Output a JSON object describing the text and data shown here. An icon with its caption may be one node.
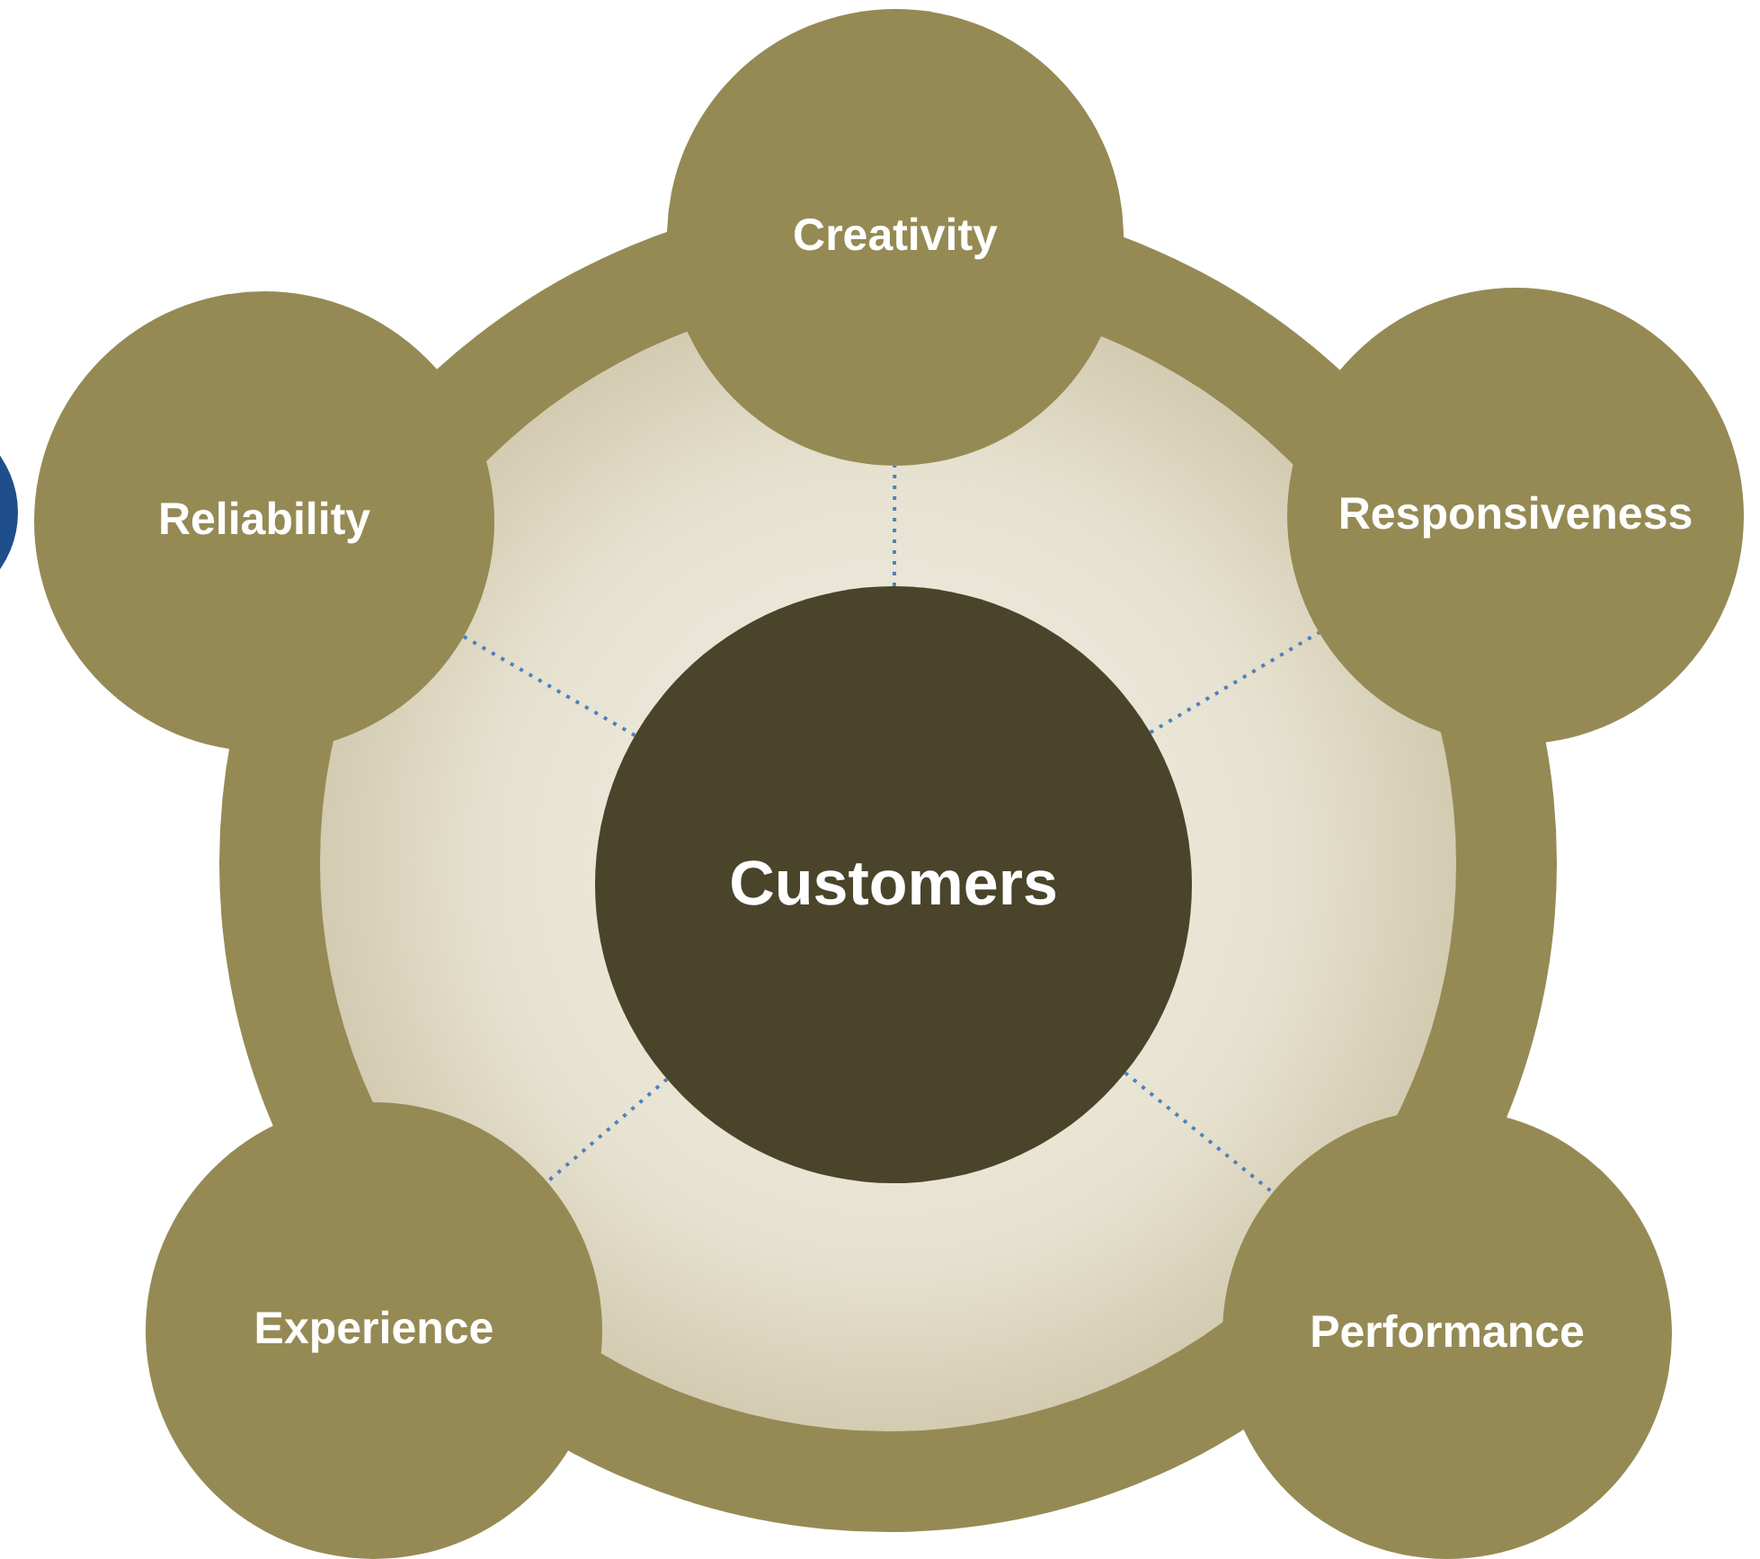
{
  "diagram": {
    "nodes": [
      {
        "text": [
          "Customers"
        ]
      },
      {
        "text": [
          "Creativity"
        ]
      },
      {
        "text": [
          "Responsiveness"
        ]
      },
      {
        "text": [
          "Performance"
        ]
      },
      {
        "text": [
          "Experience"
        ]
      },
      {
        "text": [
          "Reliability"
        ]
      }
    ],
    "edges": [
      {
        "from": 0,
        "to": 1,
        "arrow": "none",
        "style": "dashed"
      },
      {
        "from": 0,
        "to": 2,
        "arrow": "none",
        "style": "dashed"
      },
      {
        "from": 0,
        "to": 3,
        "arrow": "none",
        "style": "dashed"
      },
      {
        "from": 0,
        "to": 4,
        "arrow": "none",
        "style": "dashed"
      },
      {
        "from": 0,
        "to": 5,
        "arrow": "none",
        "style": "dashed"
      }
    ]
  }
}
